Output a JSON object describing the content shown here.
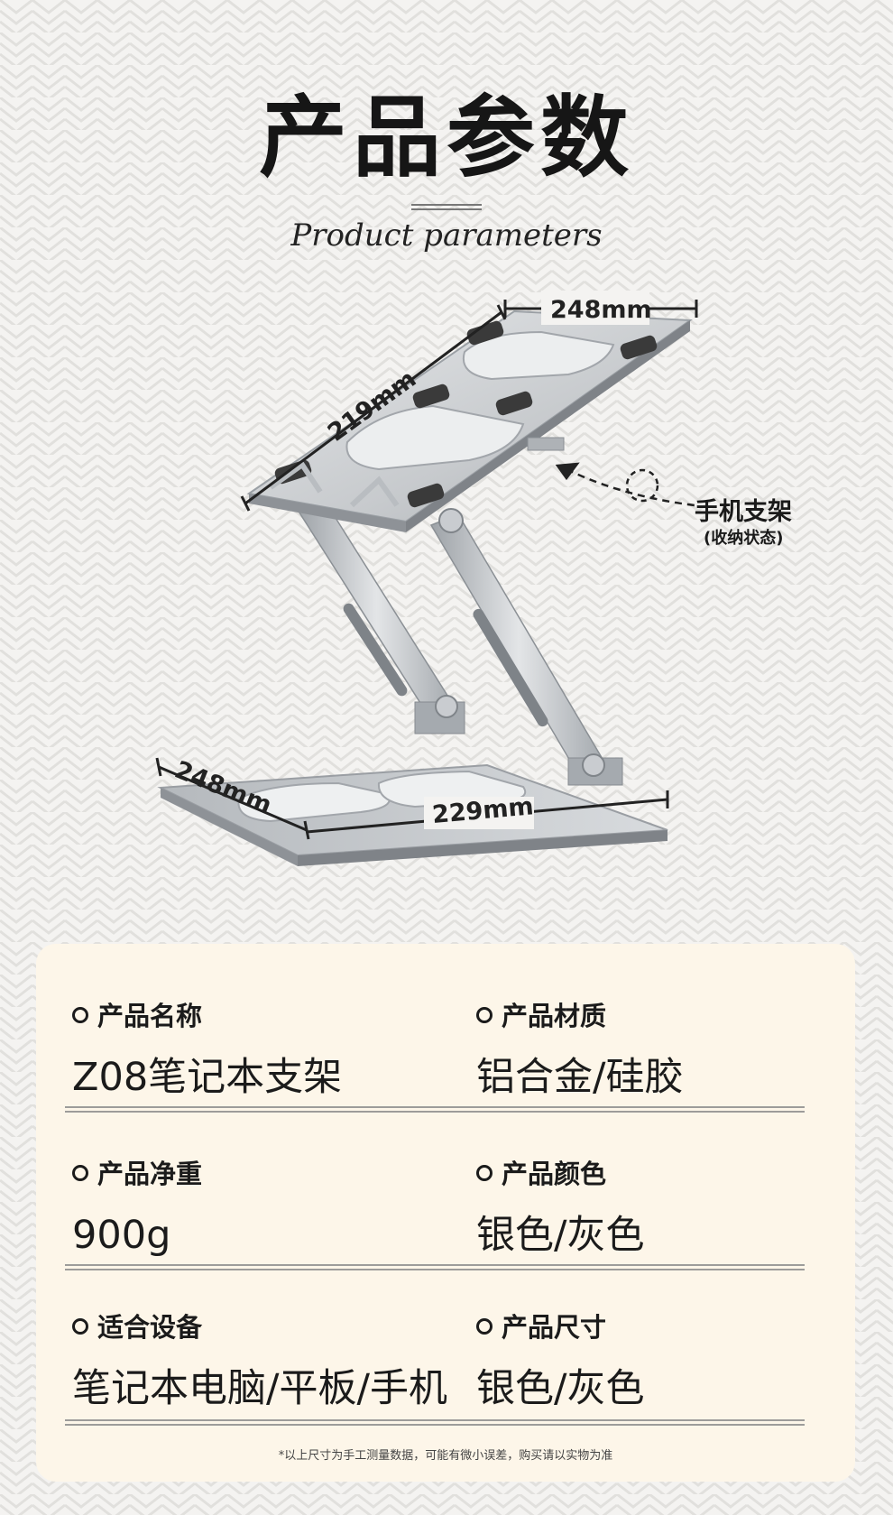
{
  "header": {
    "title": "产品参数",
    "subtitle": "Product parameters"
  },
  "figure": {
    "dimensions": {
      "top_width": "248mm",
      "top_depth": "219mm",
      "base_depth": "248mm",
      "base_width": "229mm"
    },
    "callout": {
      "title": "手机支架",
      "subtitle": "(收纳状态)"
    },
    "colors": {
      "aluminum_light": "#d9dcdf",
      "aluminum_mid": "#b6babf",
      "aluminum_dark": "#8f949a",
      "pad": "#3a3a3a"
    }
  },
  "specs": {
    "rows": [
      [
        {
          "label": "产品名称",
          "value": "Z08笔记本支架"
        },
        {
          "label": "产品材质",
          "value": "铝合金/硅胶"
        }
      ],
      [
        {
          "label": "产品净重",
          "value": "900g"
        },
        {
          "label": "产品颜色",
          "value": "银色/灰色"
        }
      ],
      [
        {
          "label": "适合设备",
          "value": "笔记本电脑/平板/手机"
        },
        {
          "label": "产品尺寸",
          "value": "银色/灰色"
        }
      ]
    ],
    "footnote": "*以上尺寸为手工测量数据，可能有微小误差，购买请以实物为准",
    "card_color": "#fdf6e9",
    "background_color": "#f4f3f1"
  }
}
